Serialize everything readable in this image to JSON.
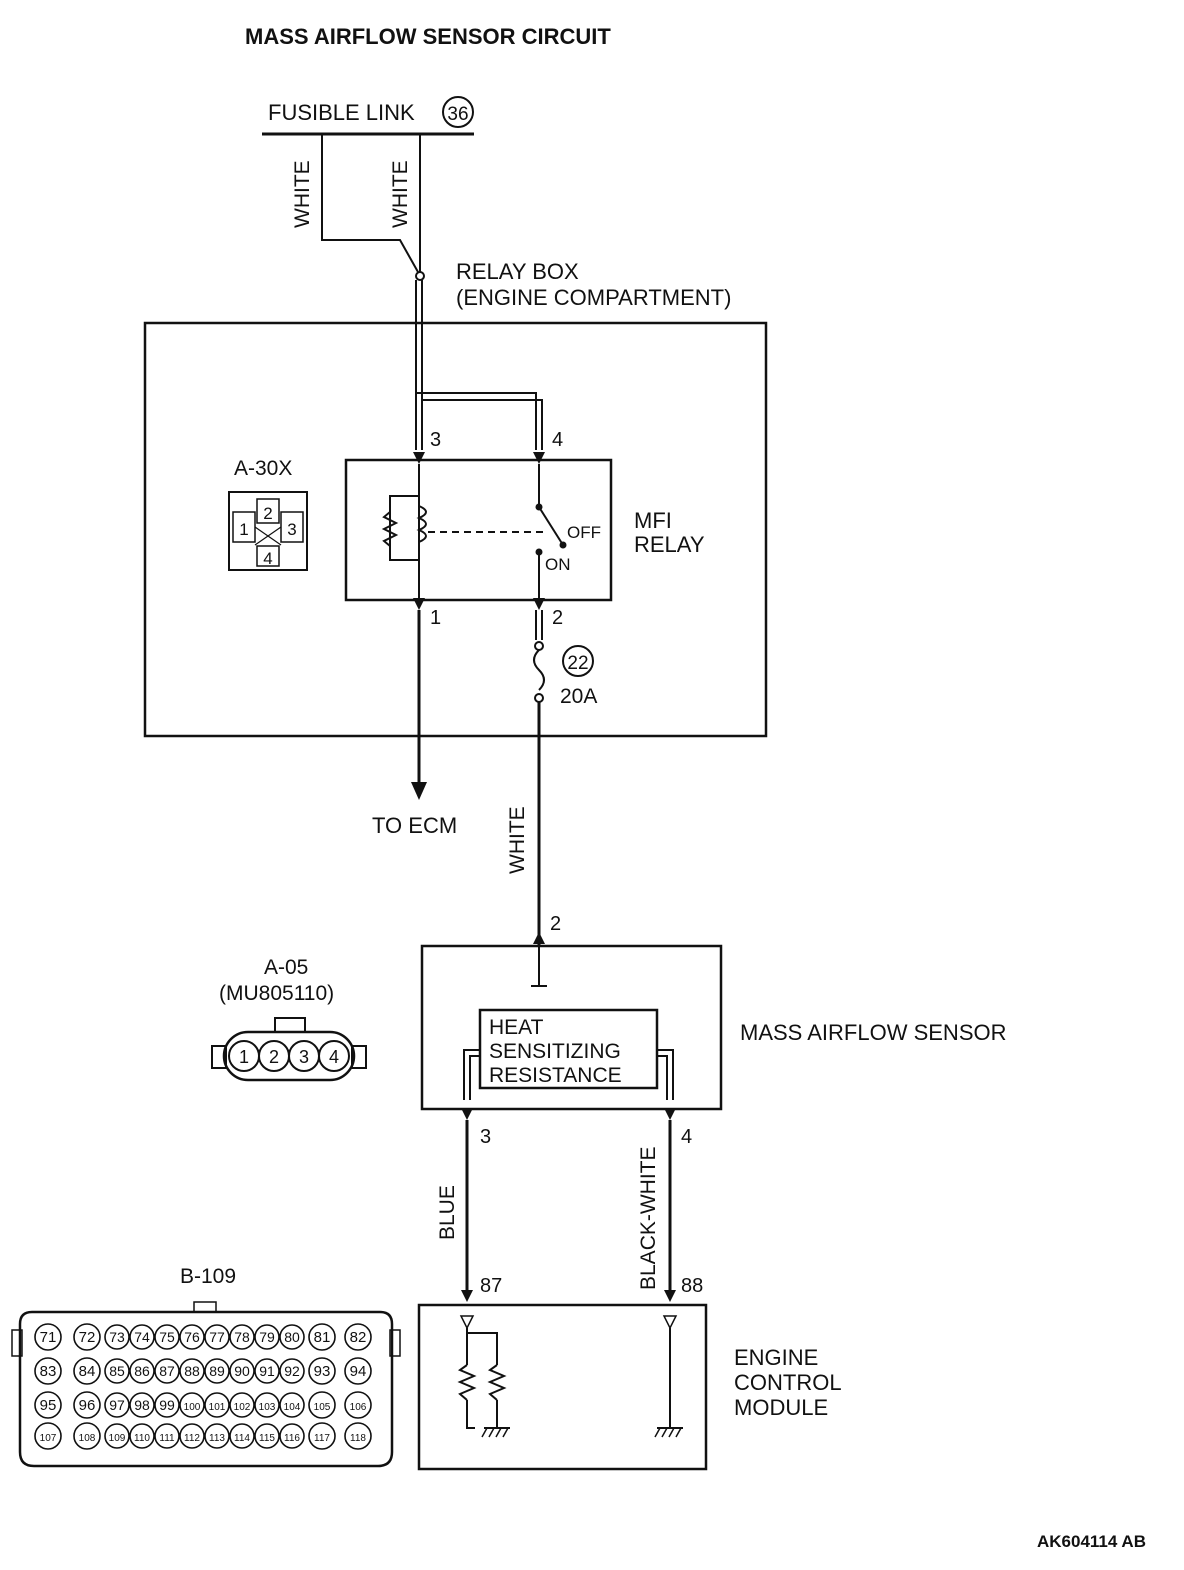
{
  "title": "MASS AIRFLOW SENSOR CIRCUIT",
  "figure_id": "AK604114 AB",
  "fusible_link": {
    "label": "FUSIBLE LINK",
    "number": "36"
  },
  "wires": {
    "white_left": "WHITE",
    "white_right": "WHITE",
    "white_sensor": "WHITE",
    "blue": "BLUE",
    "black_white": "BLACK-WHITE"
  },
  "relay_box": {
    "label_line1": "RELAY BOX",
    "label_line2": "(ENGINE COMPARTMENT)",
    "connector": "A-30X",
    "connector_pins": [
      "1",
      "2",
      "3",
      "4"
    ]
  },
  "mfi_relay": {
    "label_line1": "MFI",
    "label_line2": "RELAY",
    "pins": {
      "p3": "3",
      "p4": "4",
      "p1": "1",
      "p2": "2"
    },
    "switch_off": "OFF",
    "switch_on": "ON"
  },
  "fuse": {
    "number": "22",
    "rating": "20A"
  },
  "to_ecm": "TO ECM",
  "maf_sensor": {
    "label": "MASS AIRFLOW SENSOR",
    "pin_top": "2",
    "pin_left": "3",
    "pin_right": "4",
    "element_line1": "HEAT",
    "element_line2": "SENSITIZING",
    "element_line3": "RESISTANCE",
    "connector": "A-05",
    "connector_part": "(MU805110)",
    "connector_pins": [
      "1",
      "2",
      "3",
      "4"
    ]
  },
  "ecm": {
    "label_line1": "ENGINE",
    "label_line2": "CONTROL",
    "label_line3": "MODULE",
    "pin_left": "87",
    "pin_right": "88",
    "connector": "B-109",
    "connector_rows": [
      [
        "71",
        "72",
        "73",
        "74",
        "75",
        "76",
        "77",
        "78",
        "79",
        "80",
        "81",
        "82"
      ],
      [
        "83",
        "84",
        "85",
        "86",
        "87",
        "88",
        "89",
        "90",
        "91",
        "92",
        "93",
        "94"
      ],
      [
        "95",
        "96",
        "97",
        "98",
        "99",
        "100",
        "101",
        "102",
        "103",
        "104",
        "105",
        "106"
      ],
      [
        "107",
        "108",
        "109",
        "110",
        "111",
        "112",
        "113",
        "114",
        "115",
        "116",
        "117",
        "118"
      ]
    ]
  }
}
